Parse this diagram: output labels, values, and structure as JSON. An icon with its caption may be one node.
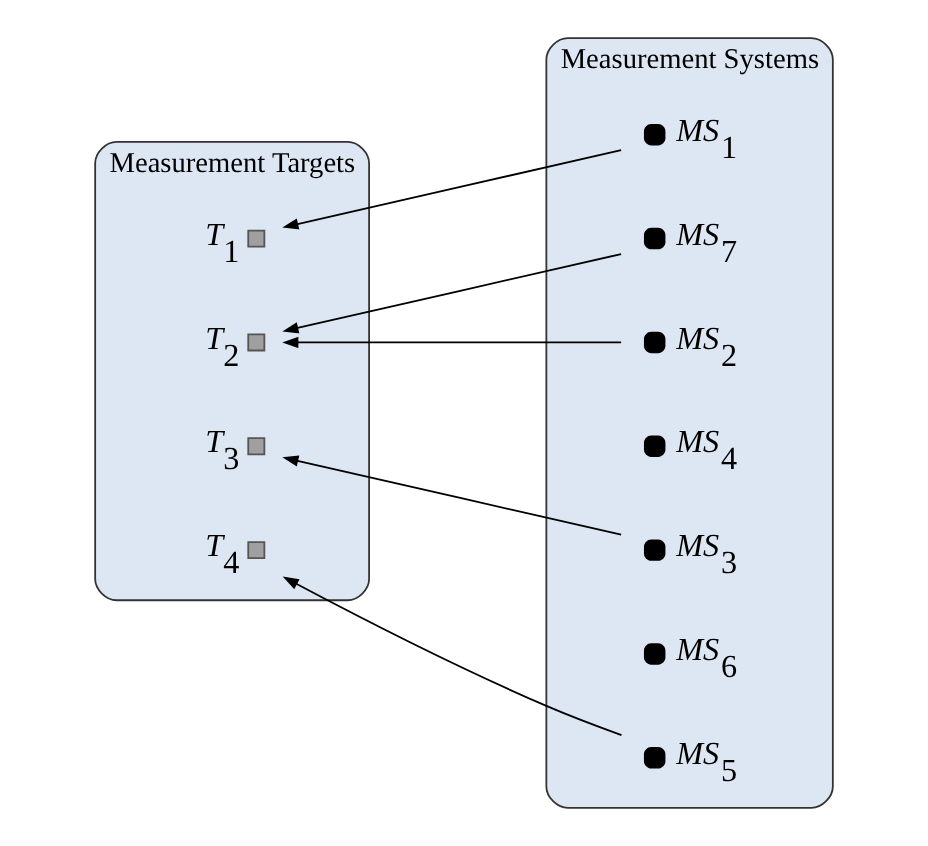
{
  "diagram": {
    "nodes": [
      {
        "text": [
          "Measurement Targets"
        ]
      },
      {
        "text": [
          "T$_{1}$"
        ],
        "in": 0
      },
      {
        "text": [
          "T$_{2}$"
        ],
        "in": 0
      },
      {
        "text": [
          "T$_{3}$"
        ],
        "in": 0
      },
      {
        "text": [
          "T$_{4}$"
        ],
        "in": 0
      },
      {
        "text": [
          "Measurement Systems"
        ]
      },
      {
        "text": [
          "MS$_{1}$"
        ],
        "in": 5
      },
      {
        "text": [
          "MS$_{2}$"
        ],
        "in": 5
      },
      {
        "text": [
          "MS$_{3}$"
        ],
        "in": 5
      },
      {
        "text": [
          "MS$_{4}$"
        ],
        "in": 5
      },
      {
        "text": [
          "MS$_{5}$"
        ],
        "in": 5
      },
      {
        "text": [
          "MS$_{6}$"
        ],
        "in": 5
      },
      {
        "text": [
          "MS$_{7}$"
        ],
        "in": 5
      }
    ],
    "edges": [
      {
        "from": 6,
        "to": 1,
        "arrow": "to"
      },
      {
        "from": 7,
        "to": 2,
        "arrow": "to"
      },
      {
        "from": 8,
        "to": 3,
        "arrow": "to"
      },
      {
        "from": 10,
        "to": 4,
        "arrow": "to"
      },
      {
        "from": 12,
        "to": 2,
        "arrow": "to"
      }
    ]
  }
}
